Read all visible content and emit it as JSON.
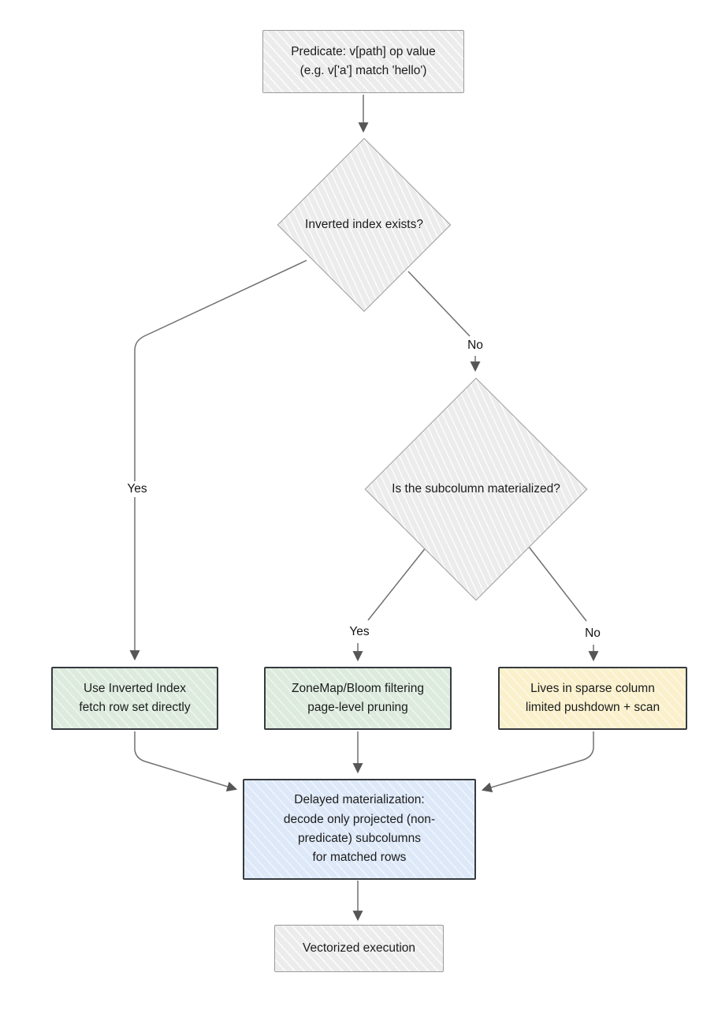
{
  "colors": {
    "background": "#ffffff",
    "gray_node_fill": "#ececec",
    "gray_node_border": "#9b9b9b",
    "green_node_fill": "#dcebdd",
    "yellow_node_fill": "#faf0cb",
    "blue_node_fill": "#dde8f8",
    "colored_node_border": "#363b3f",
    "edge_stroke": "#707070",
    "arrowhead_fill": "#565656",
    "text": "#1c1c1c"
  },
  "nodes": {
    "predicate": {
      "lines": [
        "Predicate: v[path] op value",
        "(e.g. v['a'] match 'hello')"
      ]
    },
    "decision_inverted_index": {
      "label": "Inverted index exists?"
    },
    "decision_subcolumn": {
      "label": "Is the subcolumn materialized?"
    },
    "use_inverted_index": {
      "lines": [
        "Use Inverted Index",
        "fetch row set directly"
      ]
    },
    "zonemap_bloom": {
      "lines": [
        "ZoneMap/Bloom filtering",
        "page-level pruning"
      ]
    },
    "sparse_column": {
      "lines": [
        "Lives in sparse column",
        "limited pushdown + scan"
      ]
    },
    "delayed_materialization": {
      "lines": [
        "Delayed materialization:",
        "decode only projected (non-",
        "predicate) subcolumns",
        "for matched rows"
      ]
    },
    "vectorized_execution": {
      "label": "Vectorized execution"
    }
  },
  "edge_labels": {
    "inverted_yes": "Yes",
    "inverted_no": "No",
    "subcolumn_yes": "Yes",
    "subcolumn_no": "No"
  }
}
